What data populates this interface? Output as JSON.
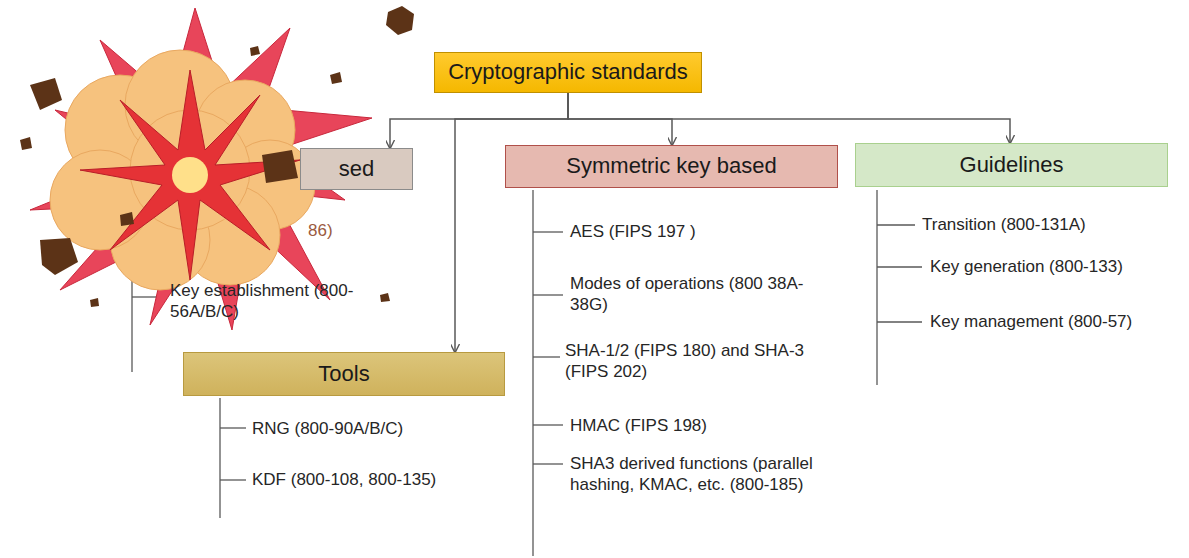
{
  "diagram": {
    "nodes": [
      {
        "text": [
          "Cryptographic standards"
        ]
      },
      {
        "text": [
          "sed"
        ]
      },
      {
        "text": [
          "Symmetric key based"
        ]
      },
      {
        "text": [
          "Guidelines"
        ]
      },
      {
        "text": [
          "Tools"
        ]
      }
    ],
    "edges": [
      {
        "from": 0,
        "to": 1,
        "arrow": "to"
      },
      {
        "from": 0,
        "to": 2,
        "arrow": "to"
      },
      {
        "from": 0,
        "to": 3,
        "arrow": "to"
      },
      {
        "from": 0,
        "to": 4,
        "arrow": "to"
      }
    ],
    "labels": [
      "86)",
      "Key establishment (800-56A/B/C)",
      "RNG (800-90A/B/C)",
      "KDF (800-108, 800-135)",
      "AES (FIPS 197 )",
      "Modes of operations (800 38A-38G)",
      "SHA-1/2 (FIPS 180) and SHA-3 (FIPS 202)",
      "HMAC (FIPS 198)",
      "SHA3 derived functions (parallel hashing, KMAC, etc. (800-185)",
      "Transition (800-131A)",
      "Key generation (800-133)",
      "Key management (800-57)"
    ]
  }
}
